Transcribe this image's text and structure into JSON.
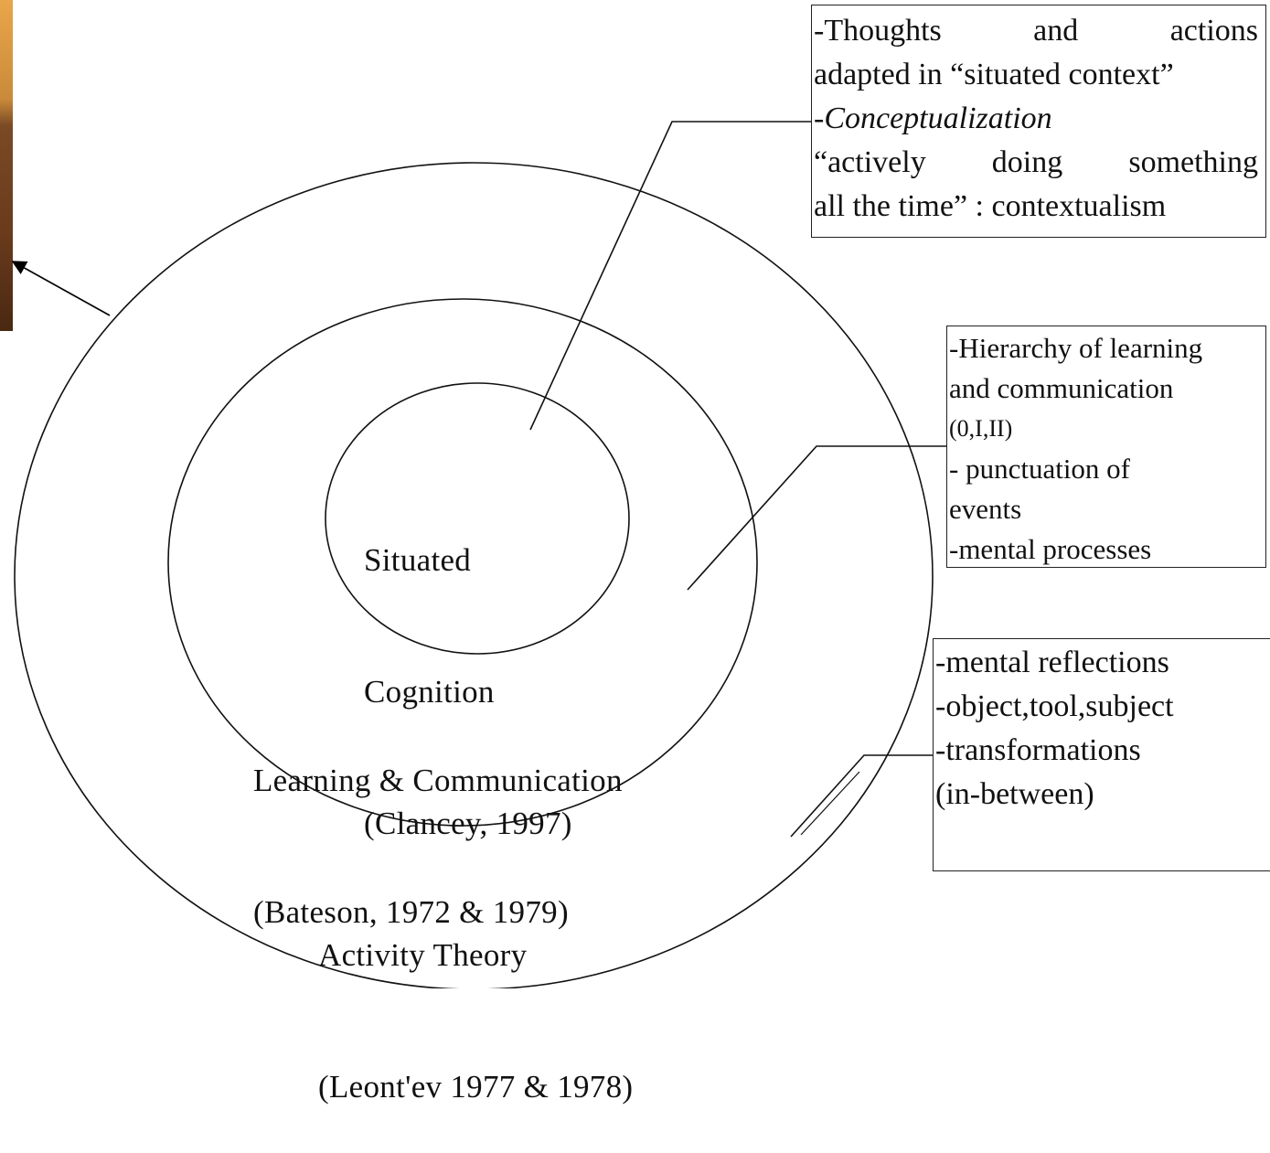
{
  "circles": {
    "inner": {
      "name": [
        "Situated",
        "Cognition",
        "(Clancey, 1997)"
      ]
    },
    "middle": {
      "name": [
        "Learning & Communication",
        "(Bateson, 1972 & 1979)"
      ]
    },
    "outer": {
      "name": [
        "Activity Theory",
        "(Leont'ev 1977 & 1978)"
      ]
    }
  },
  "notes": {
    "situated": {
      "lines": [
        "-Thoughts and actions",
        "adapted in “situated context”",
        "-Conceptualization",
        "“actively doing something",
        "all the time” : contextualism"
      ]
    },
    "learning": {
      "lines": [
        "-Hierarchy of learning",
        "and communication",
        "(0,I,II)",
        "- punctuation of",
        "events",
        "-mental processes"
      ]
    },
    "activity": {
      "lines": [
        "-mental reflections",
        "-object,tool,subject",
        "-transformations",
        "(in-between)"
      ]
    }
  },
  "colors": {
    "line": "#111111",
    "photo_strip": "#7a4a25"
  }
}
